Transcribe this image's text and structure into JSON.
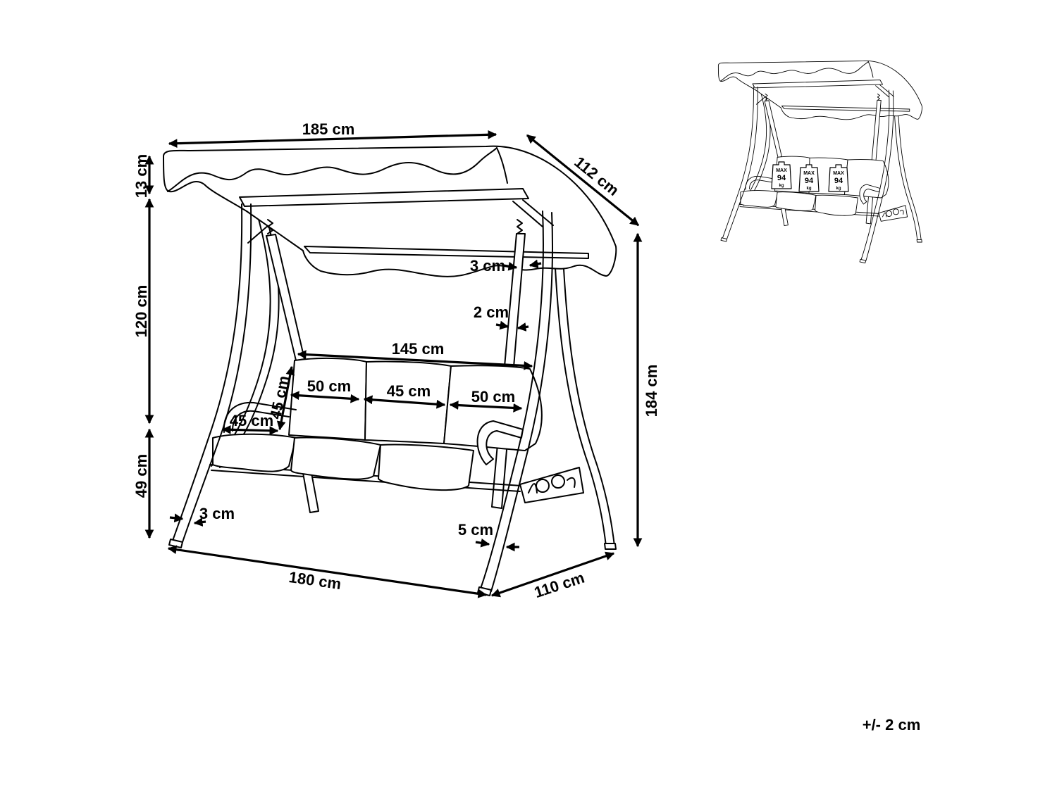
{
  "dimensions": {
    "canopy_width": "185 cm",
    "canopy_depth": "112 cm",
    "canopy_height": "13 cm",
    "frame_height": "120 cm",
    "seat_height": "49 cm",
    "total_height": "184 cm",
    "tube_top": "3 cm",
    "bar": "2 cm",
    "seat_width": "145 cm",
    "backrest_height": "45 cm",
    "seat_depth": "45 cm",
    "seat_left": "50 cm",
    "seat_middle": "45 cm",
    "seat_right": "50 cm",
    "leg_left": "3 cm",
    "leg_right": "5 cm",
    "base_width": "180 cm",
    "base_depth": "110 cm"
  },
  "tolerance": "+/- 2 cm",
  "load_tags": [
    {
      "max": "MAX",
      "value": "94",
      "unit": "kg"
    },
    {
      "max": "MAX",
      "value": "94",
      "unit": "kg"
    },
    {
      "max": "MAX",
      "value": "94",
      "unit": "kg"
    }
  ]
}
